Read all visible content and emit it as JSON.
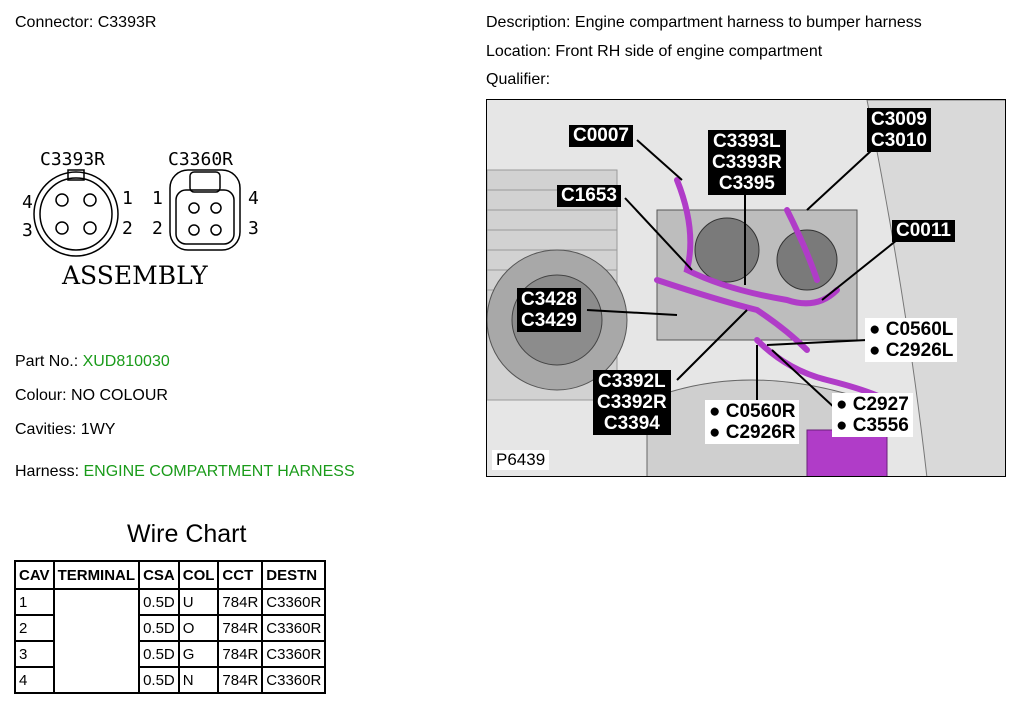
{
  "connector": {
    "label": "Connector: C3393R"
  },
  "description": {
    "label": "Description: Engine compartment harness to bumper harness"
  },
  "location": {
    "label": "Location: Front RH side of engine compartment"
  },
  "qualifier": {
    "label": "Qualifier:"
  },
  "part_no": {
    "label": "Part No.: ",
    "value": "XUD810030"
  },
  "colour": {
    "label": "Colour: NO COLOUR"
  },
  "cavities": {
    "label": "Cavities: 1WY"
  },
  "harness": {
    "label": "Harness: ",
    "value": "ENGINE COMPARTMENT HARNESS"
  },
  "diagram": {
    "left_name": "C3393R",
    "right_name": "C3360R",
    "caption": "ASSEMBLY",
    "left_pins": [
      "1",
      "2",
      "3",
      "4"
    ],
    "right_pins": [
      "1",
      "2",
      "3",
      "4"
    ]
  },
  "photo": {
    "ref": "P6439",
    "labels": [
      "C0007",
      "C3393L",
      "C3393R",
      "C3395",
      "C3009",
      "C3010",
      "C1653",
      "C0011",
      "C3428",
      "C3429",
      "C0560L",
      "C2926L",
      "C3392L",
      "C3392R",
      "C3394",
      "C0560R",
      "C2926R",
      "C2927",
      "C3556"
    ]
  },
  "wire_chart": {
    "title": "Wire Chart",
    "headers": [
      "CAV",
      "TERMINAL",
      "CSA",
      "COL",
      "CCT",
      "DESTN"
    ],
    "rows": [
      [
        "1",
        "",
        "0.5D",
        "U",
        "784R",
        "C3360R"
      ],
      [
        "2",
        "",
        "0.5D",
        "O",
        "784R",
        "C3360R"
      ],
      [
        "3",
        "",
        "0.5D",
        "G",
        "784R",
        "C3360R"
      ],
      [
        "4",
        "",
        "0.5D",
        "N",
        "784R",
        "C3360R"
      ]
    ]
  },
  "colors": {
    "green_text": "#1a9b1a",
    "highlight": "#b03cc8"
  }
}
